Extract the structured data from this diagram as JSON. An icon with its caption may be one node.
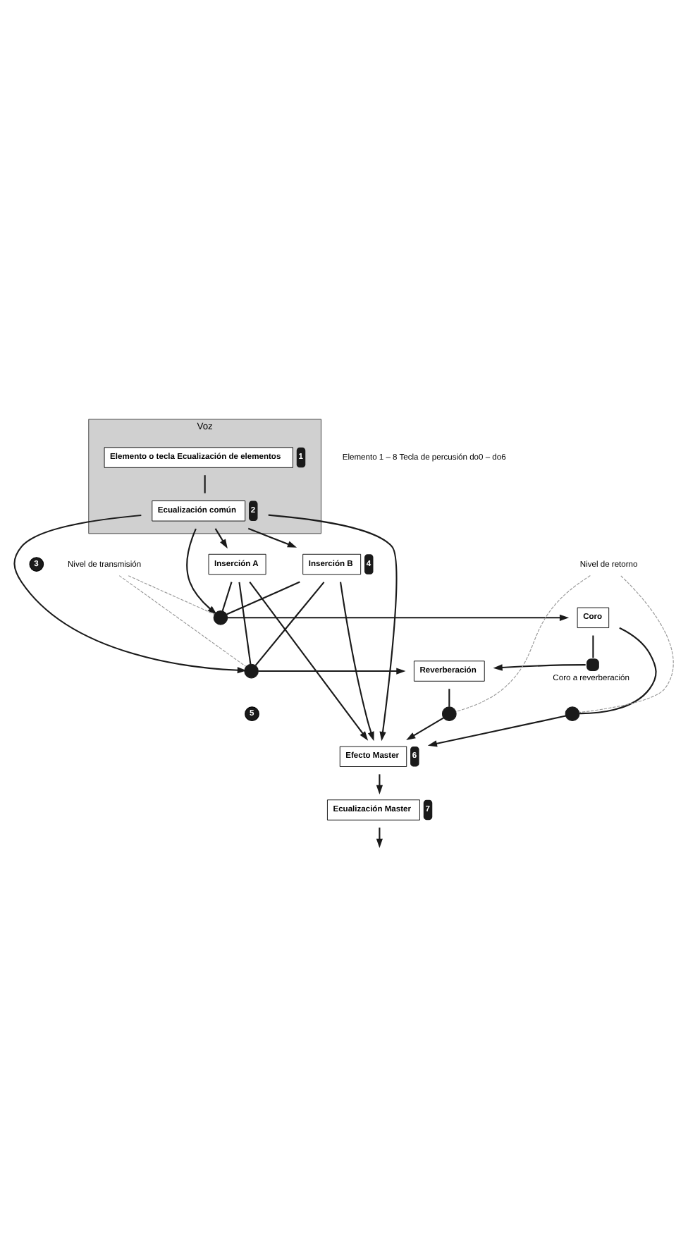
{
  "diagram": {
    "nodes": [
      {
        "text": [
          "Voz"
        ]
      },
      {
        "text": [
          "Elemento o tecla Ecualización de elementos"
        ],
        "in": 0,
        "beside": [
          "1"
        ]
      },
      {
        "text": [
          "Ecualización común"
        ],
        "in": 0,
        "beside": [
          "2"
        ]
      },
      {
        "text": [
          "Inserción A"
        ]
      },
      {
        "text": [
          "Inserción B"
        ],
        "beside": [
          "4"
        ]
      },
      {
        "text": [
          "Coro"
        ]
      },
      {
        "text": [
          "Reverberación"
        ]
      },
      {
        "text": [],
        "shape": "circle"
      },
      {
        "text": [],
        "shape": "circle"
      },
      {
        "text": [],
        "shape": "circle",
        "beside": [
          "Coro a reverberación"
        ]
      },
      {
        "text": [],
        "shape": "circle"
      },
      {
        "text": [],
        "shape": "circle"
      },
      {
        "text": [
          "Nivel de transmisión"
        ]
      },
      {
        "text": [
          "Nivel de retorno"
        ]
      },
      {
        "text": [
          "Efecto Master"
        ],
        "beside": [
          "6"
        ]
      },
      {
        "text": [
          "Ecualización Master"
        ],
        "beside": [
          "7"
        ]
      }
    ],
    "edges": [
      {
        "from": 1,
        "to": 2,
        "arrow": "none"
      },
      {
        "from": 2,
        "to": 3,
        "arrow": "to"
      },
      {
        "from": 2,
        "to": 4,
        "arrow": "to"
      },
      {
        "from": 2,
        "to": 7,
        "arrow": "to"
      },
      {
        "from": 2,
        "to": 8,
        "arrow": "to"
      },
      {
        "from": 2,
        "to": 14,
        "arrow": "to"
      },
      {
        "from": 3,
        "to": 7,
        "arrow": "none"
      },
      {
        "from": 4,
        "to": 7,
        "arrow": "none"
      },
      {
        "from": 3,
        "to": 8,
        "arrow": "none"
      },
      {
        "from": 4,
        "to": 8,
        "arrow": "none"
      },
      {
        "from": 3,
        "to": 14,
        "arrow": "to"
      },
      {
        "from": 4,
        "to": 14,
        "arrow": "to"
      },
      {
        "from": 7,
        "to": 5,
        "arrow": "to"
      },
      {
        "from": 8,
        "to": 6,
        "arrow": "to"
      },
      {
        "from": 5,
        "to": 9,
        "arrow": "none"
      },
      {
        "from": 9,
        "to": 6,
        "arrow": "to"
      },
      {
        "from": 6,
        "to": 10,
        "arrow": "none"
      },
      {
        "from": 10,
        "to": 14,
        "arrow": "to"
      },
      {
        "from": 5,
        "to": 11,
        "arrow": "none"
      },
      {
        "from": 11,
        "to": 14,
        "arrow": "to"
      },
      {
        "from": 12,
        "to": 7,
        "arrow": "none",
        "style": "dashed",
        "color": "#999999"
      },
      {
        "from": 12,
        "to": 8,
        "arrow": "none",
        "style": "dashed",
        "color": "#999999"
      },
      {
        "from": 13,
        "to": 10,
        "arrow": "none",
        "style": "dashed",
        "color": "#999999"
      },
      {
        "from": 13,
        "to": 11,
        "arrow": "none",
        "style": "dashed",
        "color": "#999999"
      },
      {
        "from": 14,
        "to": 15,
        "arrow": "to"
      },
      {
        "from": 15,
        "to": null,
        "arrow": "to"
      }
    ],
    "labels": [
      "Elemento 1 – 8 Tecla de percusión do0 – do6",
      "3",
      "5"
    ]
  }
}
